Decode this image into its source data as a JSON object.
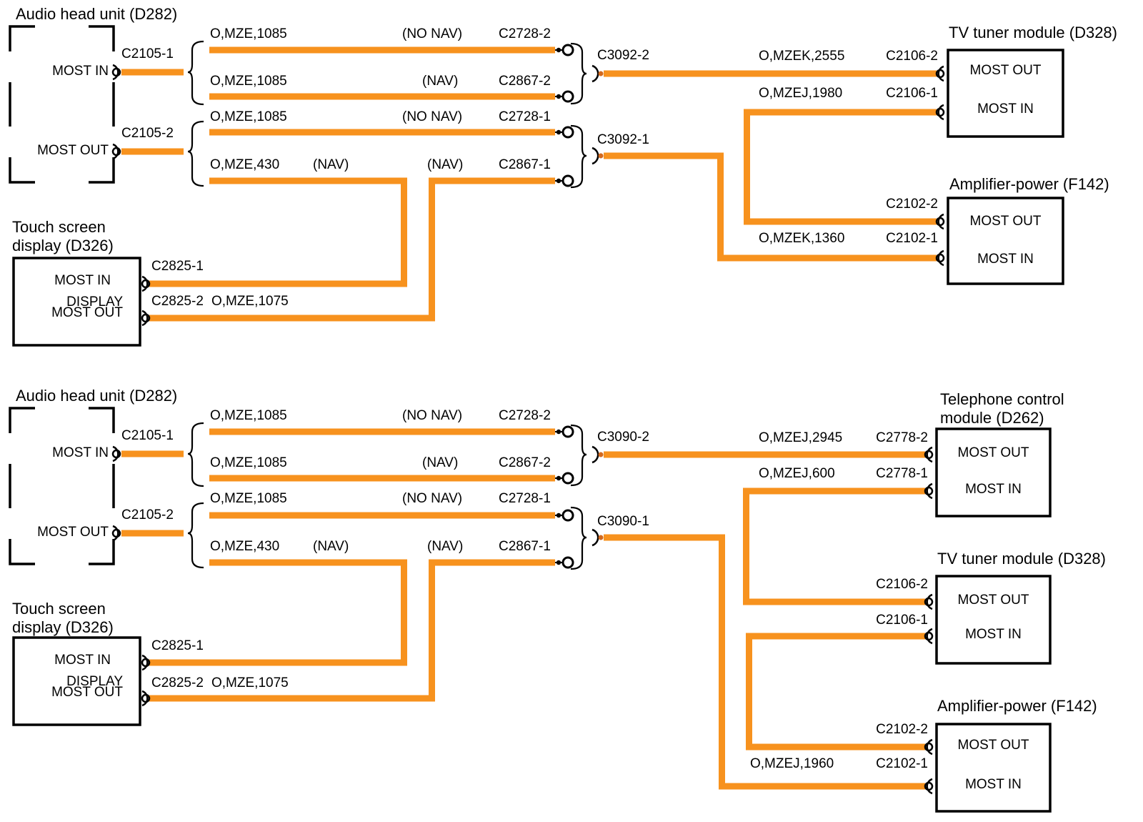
{
  "colors": {
    "wire_orange": "#F7921E",
    "diagram_black": "#000000",
    "background": "#FFFFFF"
  },
  "d1": {
    "audio_head_unit": {
      "title": "Audio head unit (D282)",
      "most_in": "MOST IN",
      "most_out": "MOST OUT",
      "conn_in": "C2105-1",
      "conn_out": "C2105-2"
    },
    "rows": [
      {
        "label": "O,MZE,1085",
        "variant": "(NO NAV)",
        "conn": "C2728-2"
      },
      {
        "label": "O,MZE,1085",
        "variant": "(NAV)",
        "conn": "C2867-2"
      },
      {
        "label": "O,MZE,1085",
        "variant": "(NO NAV)",
        "conn": "C2728-1"
      },
      {
        "label": "O,MZE,430",
        "variant": "(NAV)",
        "variant2": "(NAV)",
        "conn": "C2867-1"
      }
    ],
    "junction_top": "C3092-2",
    "junction_bottom": "C3092-1",
    "tv_tuner": {
      "title": "TV tuner module (D328)",
      "most_out": "MOST OUT",
      "most_in": "MOST IN",
      "conn_out": "C2106-2",
      "conn_in": "C2106-1",
      "wire_out": "O,MZEK,2555",
      "wire_in": "O,MZEJ,1980"
    },
    "amplifier": {
      "title": "Amplifier-power (F142)",
      "most_out": "MOST OUT",
      "most_in": "MOST IN",
      "conn_out": "C2102-2",
      "conn_in": "C2102-1",
      "wire_in": "O,MZEK,1360"
    },
    "touch_screen": {
      "title1": "Touch screen",
      "title2": "display (D326)",
      "most_in": "MOST IN",
      "display": "DISPLAY",
      "most_out": "MOST OUT",
      "conn_in": "C2825-1",
      "conn_out": "C2825-2",
      "wire_out": "O,MZE,1075"
    }
  },
  "d2": {
    "audio_head_unit": {
      "title": "Audio head unit (D282)",
      "most_in": "MOST IN",
      "most_out": "MOST OUT",
      "conn_in": "C2105-1",
      "conn_out": "C2105-2"
    },
    "rows": [
      {
        "label": "O,MZE,1085",
        "variant": "(NO NAV)",
        "conn": "C2728-2"
      },
      {
        "label": "O,MZE,1085",
        "variant": "(NAV)",
        "conn": "C2867-2"
      },
      {
        "label": "O,MZE,1085",
        "variant": "(NO NAV)",
        "conn": "C2728-1"
      },
      {
        "label": "O,MZE,430",
        "variant": "(NAV)",
        "variant2": "(NAV)",
        "conn": "C2867-1"
      }
    ],
    "junction_top": "C3090-2",
    "junction_bottom": "C3090-1",
    "telephone": {
      "title1": "Telephone control",
      "title2": "module (D262)",
      "most_out": "MOST OUT",
      "most_in": "MOST IN",
      "conn_out": "C2778-2",
      "conn_in": "C2778-1",
      "wire_out": "O,MZEJ,2945",
      "wire_in": "O,MZEJ,600"
    },
    "tv_tuner": {
      "title": "TV tuner module (D328)",
      "most_out": "MOST OUT",
      "most_in": "MOST IN",
      "conn_out": "C2106-2",
      "conn_in": "C2106-1"
    },
    "amplifier": {
      "title": "Amplifier-power (F142)",
      "most_out": "MOST OUT",
      "most_in": "MOST IN",
      "conn_out": "C2102-2",
      "conn_in": "C2102-1",
      "wire_in": "O,MZEJ,1960"
    },
    "touch_screen": {
      "title1": "Touch screen",
      "title2": "display (D326)",
      "most_in": "MOST IN",
      "display": "DISPLAY",
      "most_out": "MOST OUT",
      "conn_in": "C2825-1",
      "conn_out": "C2825-2",
      "wire_out": "O,MZE,1075"
    }
  }
}
